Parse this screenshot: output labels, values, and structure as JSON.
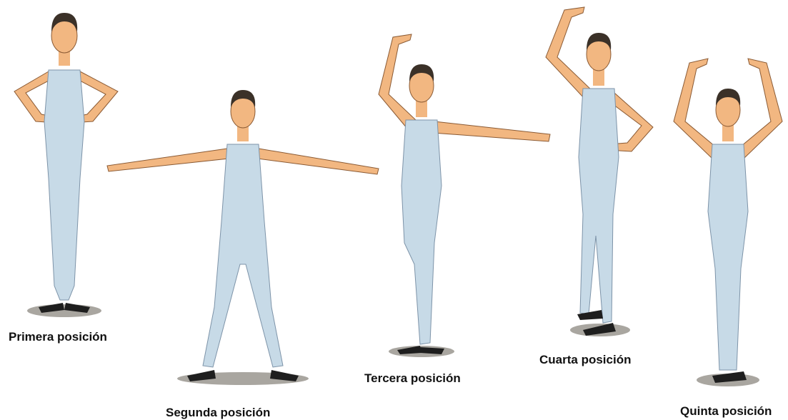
{
  "positions": [
    {
      "label": "Primera posición"
    },
    {
      "label": "Segunda posición"
    },
    {
      "label": "Tercera posición"
    },
    {
      "label": "Cuarta posición"
    },
    {
      "label": "Quinta posición"
    }
  ],
  "colors": {
    "skin": "#f2b781",
    "leotard": "#c7dae7",
    "hair": "#3b3128",
    "shoe": "#1e1e1e",
    "shadow": "#9e9b96",
    "caption": "#111111"
  }
}
